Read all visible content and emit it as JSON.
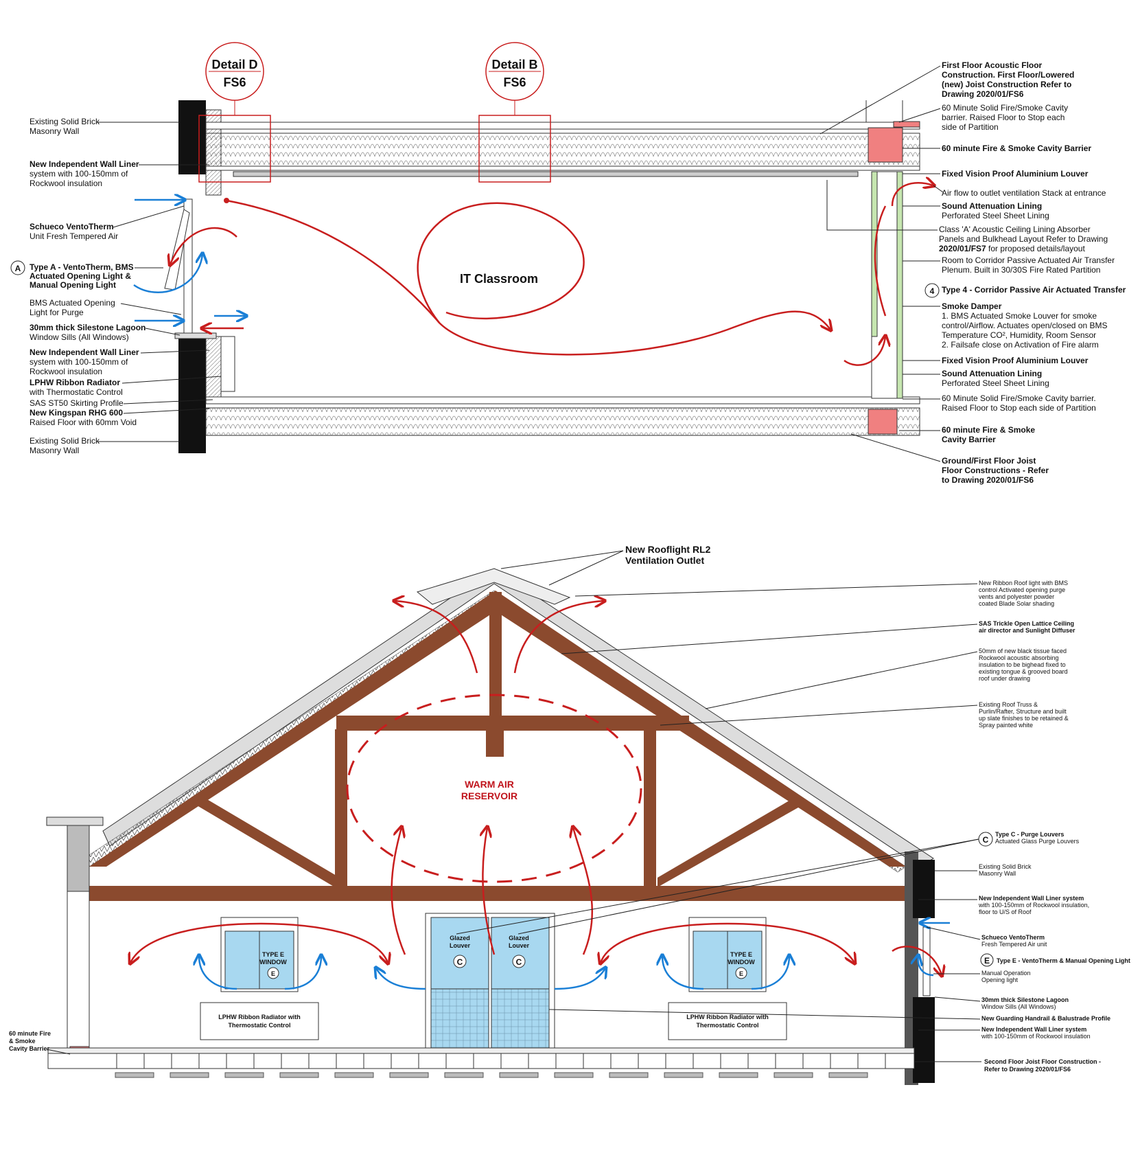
{
  "section_top": {
    "details": [
      {
        "line1": "Detail D",
        "line2": "FS6"
      },
      {
        "line1": "Detail B",
        "line2": "FS6"
      }
    ],
    "room_label": "IT Classroom",
    "left_labels": [
      {
        "l1": "Existing Solid Brick",
        "l2": "Masonry Wall",
        "l3": ""
      },
      {
        "l1": "New Independent Wall Liner",
        "l2": "system with 100-150mm of",
        "l3": "Rockwool insulation"
      },
      {
        "l1": "Schueco VentoTherm",
        "l2": "Unit Fresh Tempered Air",
        "l3": ""
      },
      {
        "l1": "Type A - VentoTherm, BMS",
        "l2": "Actuated Opening Light &",
        "l3": "Manual Opening Light"
      },
      {
        "l1": "BMS Actuated Opening",
        "l2": "Light for Purge",
        "l3": ""
      },
      {
        "l1": "30mm thick Silestone Lagoon",
        "l2": "Window Sills (All Windows)",
        "l3": ""
      },
      {
        "l1": "New Independent Wall Liner",
        "l2": "system with 100-150mm of",
        "l3": "Rockwool insulation"
      },
      {
        "l1": "LPHW Ribbon Radiator",
        "l2": "with Thermostatic Control",
        "l3": ""
      },
      {
        "l1": "SAS ST50 Skirting Profile",
        "l2": "",
        "l3": ""
      },
      {
        "l1": "New Kingspan RHG 600",
        "l2": "Raised Floor with 60mm Void",
        "l3": ""
      },
      {
        "l1": "Existing Solid Brick",
        "l2": "Masonry Wall",
        "l3": ""
      }
    ],
    "type_a_marker": "A",
    "right_labels": [
      {
        "l1": "First Floor Acoustic Floor",
        "l2": "Construction. First Floor/Lowered",
        "l3": "(new) Joist Construction  Refer to",
        "l4": "Drawing 2020/01/FS6"
      },
      {
        "l1": "60 Minute Solid Fire/Smoke Cavity",
        "l2": "barrier. Raised Floor to Stop each",
        "l3": "side of Partition",
        "l4": ""
      },
      {
        "l1": "60 minute Fire & Smoke Cavity Barrier",
        "l2": "",
        "l3": "",
        "l4": ""
      },
      {
        "l1": "Fixed Vision Proof Aluminium Louver",
        "l2": "",
        "l3": "",
        "l4": ""
      },
      {
        "l1": "Air flow to outlet ventilation Stack at entrance",
        "l2": "",
        "l3": "",
        "l4": ""
      },
      {
        "l1": "Sound Attenuation Lining",
        "l2": "Perforated Steel Sheet Lining",
        "l3": "",
        "l4": ""
      },
      {
        "l1": "Class 'A' Acoustic Ceiling Lining Absorber",
        "l2": "Panels and Bulkhead Layout Refer to Drawing",
        "l3": "2020/01/FS7",
        "l3b": " for proposed details/layout",
        "l4": ""
      },
      {
        "l1": "Room to Corridor Passive Actuated Air Transfer",
        "l2": "Plenum. Built in 30/30S Fire Rated Partition",
        "l3": "",
        "l4": ""
      },
      {
        "l1": "Type 4 - Corridor Passive Air Actuated Transfer",
        "l2": "",
        "l3": "",
        "l4": ""
      },
      {
        "l1": "Smoke Damper",
        "l2": "1. BMS Actuated Smoke Louver for smoke",
        "l3": "control/Airflow. Actuates open/closed on BMS",
        "l4": "Temperature CO², Humidity, Room Sensor",
        "l5": "2. Failsafe close on Activation of Fire alarm"
      },
      {
        "l1": "Fixed Vision Proof Aluminium Louver",
        "l2": "",
        "l3": "",
        "l4": ""
      },
      {
        "l1": "Sound Attenuation Lining",
        "l2": "Perforated Steel Sheet Lining",
        "l3": "",
        "l4": ""
      },
      {
        "l1": "60 Minute Solid Fire/Smoke Cavity barrier.",
        "l2": "Raised Floor to Stop each side of Partition",
        "l3": "",
        "l4": ""
      },
      {
        "l1": "60 minute Fire & Smoke",
        "l2": "Cavity Barrier",
        "l3": "",
        "l4": ""
      },
      {
        "l1": "Ground/First Floor Joist",
        "l2": "Floor Constructions - Refer",
        "l3": "to Drawing 2020/01/FS6",
        "l4": ""
      }
    ],
    "type_4_marker": "4"
  },
  "section_bottom": {
    "rooflight": {
      "l1": "New Rooflight RL2",
      "l2": "Ventilation Outlet"
    },
    "warm_air": {
      "l1": "WARM AIR",
      "l2": "RESERVOIR"
    },
    "windows": [
      {
        "l1": "TYPE E",
        "l2": "WINDOW",
        "marker": "E"
      },
      {
        "l1": "TYPE E",
        "l2": "WINDOW",
        "marker": "E"
      }
    ],
    "louvers": [
      {
        "l1": "Glazed",
        "l2": "Louver",
        "marker": "C"
      },
      {
        "l1": "Glazed",
        "l2": "Louver",
        "marker": "C"
      }
    ],
    "radiators": [
      {
        "l1": "LPHW Ribbon Radiator with",
        "l2": "Thermostatic Control"
      },
      {
        "l1": "LPHW Ribbon Radiator with",
        "l2": "Thermostatic Control"
      }
    ],
    "left_label": {
      "l1": "60 minute Fire",
      "l2": "& Smoke",
      "l3": "Cavity Barrier"
    },
    "right_labels": [
      {
        "l1": "New Ribbon Roof light with BMS",
        "l2": "control Activated opening purge",
        "l3": "vents and polyester powder",
        "l4": "coated Blade Solar shading",
        "bold": false
      },
      {
        "l1": "SAS Trickle Open Lattice Ceiling",
        "l2": "air director and Sunlight Diffuser",
        "l3": "",
        "l4": "",
        "bold": true
      },
      {
        "l1": "50mm of new black tissue faced",
        "l2": "Rockwool acoustic absorbing",
        "l3": "insulation to be bighead fixed to",
        "l4": "existing tongue & grooved board",
        "l5": "roof under drawing",
        "bold": false
      },
      {
        "l1": "Existing Roof Truss &",
        "l2": "Purlin/Rafter, Structure and built",
        "l3": "up slate finishes to be retained &",
        "l4": "Spray painted white",
        "bold": false
      },
      {
        "l1": "Type C - Purge Louvers",
        "l2": "Actuated Glass Purge Louvers",
        "l3": "",
        "l4": "",
        "bold": true
      },
      {
        "l1": "Existing Solid Brick",
        "l2": "Masonry Wall",
        "l3": "",
        "l4": "",
        "bold": false
      },
      {
        "l1": "New Independent Wall Liner system",
        "l2": "with 100-150mm of Rockwool insulation,",
        "l3": "floor to U/S of Roof",
        "l4": "",
        "bold": true
      },
      {
        "l1": "Schueco VentoTherm",
        "l2": "Fresh Tempered Air unit",
        "l3": "",
        "l4": "",
        "bold": true
      },
      {
        "l1": "Type E - VentoTherm & Manual Opening Light",
        "l2": "",
        "l3": "",
        "l4": "",
        "bold": true
      },
      {
        "l1": "Manual Operation",
        "l2": "Opening light",
        "l3": "",
        "l4": "",
        "bold": false
      },
      {
        "l1": "30mm thick Silestone Lagoon",
        "l2": "Window Sills (All Windows)",
        "l3": "",
        "l4": "",
        "bold": true
      },
      {
        "l1": "New Guarding Handrail & Balustrade Profile",
        "l2": "",
        "l3": "",
        "l4": "",
        "bold": true
      },
      {
        "l1": "New Independent Wall Liner system",
        "l2": "with 100-150mm of Rockwool insulation",
        "l3": "",
        "l4": "",
        "bold": true
      },
      {
        "l1": "Second Floor Joist Floor Construction -",
        "l2": "Refer to Drawing 2020/01/FS6",
        "l3": "",
        "l4": "",
        "bold": true
      }
    ],
    "marker_c": "C",
    "marker_e": "E"
  },
  "colors": {
    "air_warm": "#c81e1e",
    "air_fresh": "#1a7fd6",
    "timber": "#8b4a2e",
    "fire_barrier": "#f08080",
    "glazing": "#a8d8f0"
  }
}
